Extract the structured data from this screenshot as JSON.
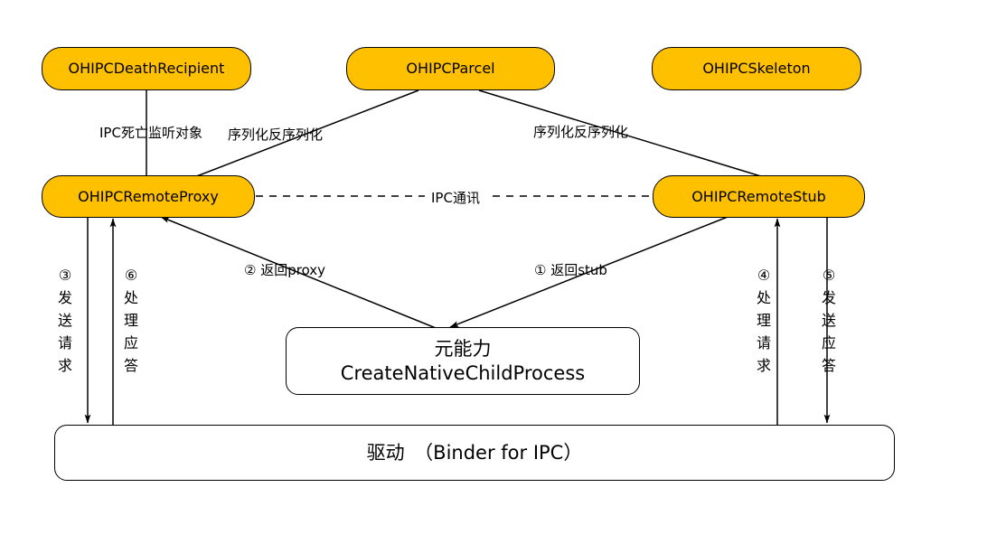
{
  "diagram": {
    "title": "OHIPC Binder communication flow",
    "colors": {
      "node_fill": "#ffc000",
      "plain_fill": "#ffffff",
      "stroke": "#000000",
      "background": "#ffffff"
    },
    "nodes": [
      {
        "id": "death_recipient",
        "label": "OHIPCDeathRecipient",
        "fill": "#ffc000"
      },
      {
        "id": "parcel",
        "label": "OHIPCParcel",
        "fill": "#ffc000"
      },
      {
        "id": "skeleton",
        "label": "OHIPCSkeleton",
        "fill": "#ffc000"
      },
      {
        "id": "remote_proxy",
        "label": "OHIPCRemoteProxy",
        "fill": "#ffc000"
      },
      {
        "id": "remote_stub",
        "label": "OHIPCRemoteStub",
        "fill": "#ffc000"
      },
      {
        "id": "meta_ability",
        "label_line1": "元能力",
        "label_line2": "CreateNativeChildProcess",
        "fill": "#ffffff"
      },
      {
        "id": "driver",
        "label": "驱动　（Binder for IPC）",
        "fill": "#ffffff"
      }
    ],
    "edge_labels": {
      "death_listen": "IPC死亡监听对象",
      "serialize_left": "序列化反序列化",
      "serialize_right": "序列化反序列化",
      "ipc_comm": "IPC通讯",
      "return_proxy": "② 返回proxy",
      "return_stub": "① 返回stub"
    },
    "flow_steps": [
      {
        "number": "③",
        "chars": [
          "发",
          "送",
          "请",
          "求"
        ],
        "text": "③ 发送请求"
      },
      {
        "number": "⑥",
        "chars": [
          "处",
          "理",
          "应",
          "答"
        ],
        "text": "⑥ 处理应答"
      },
      {
        "number": "④",
        "chars": [
          "处",
          "理",
          "请",
          "求"
        ],
        "text": "④ 处理请求"
      },
      {
        "number": "⑤",
        "chars": [
          "发",
          "送",
          "应",
          "答"
        ],
        "text": "⑤ 发送应答"
      }
    ]
  }
}
